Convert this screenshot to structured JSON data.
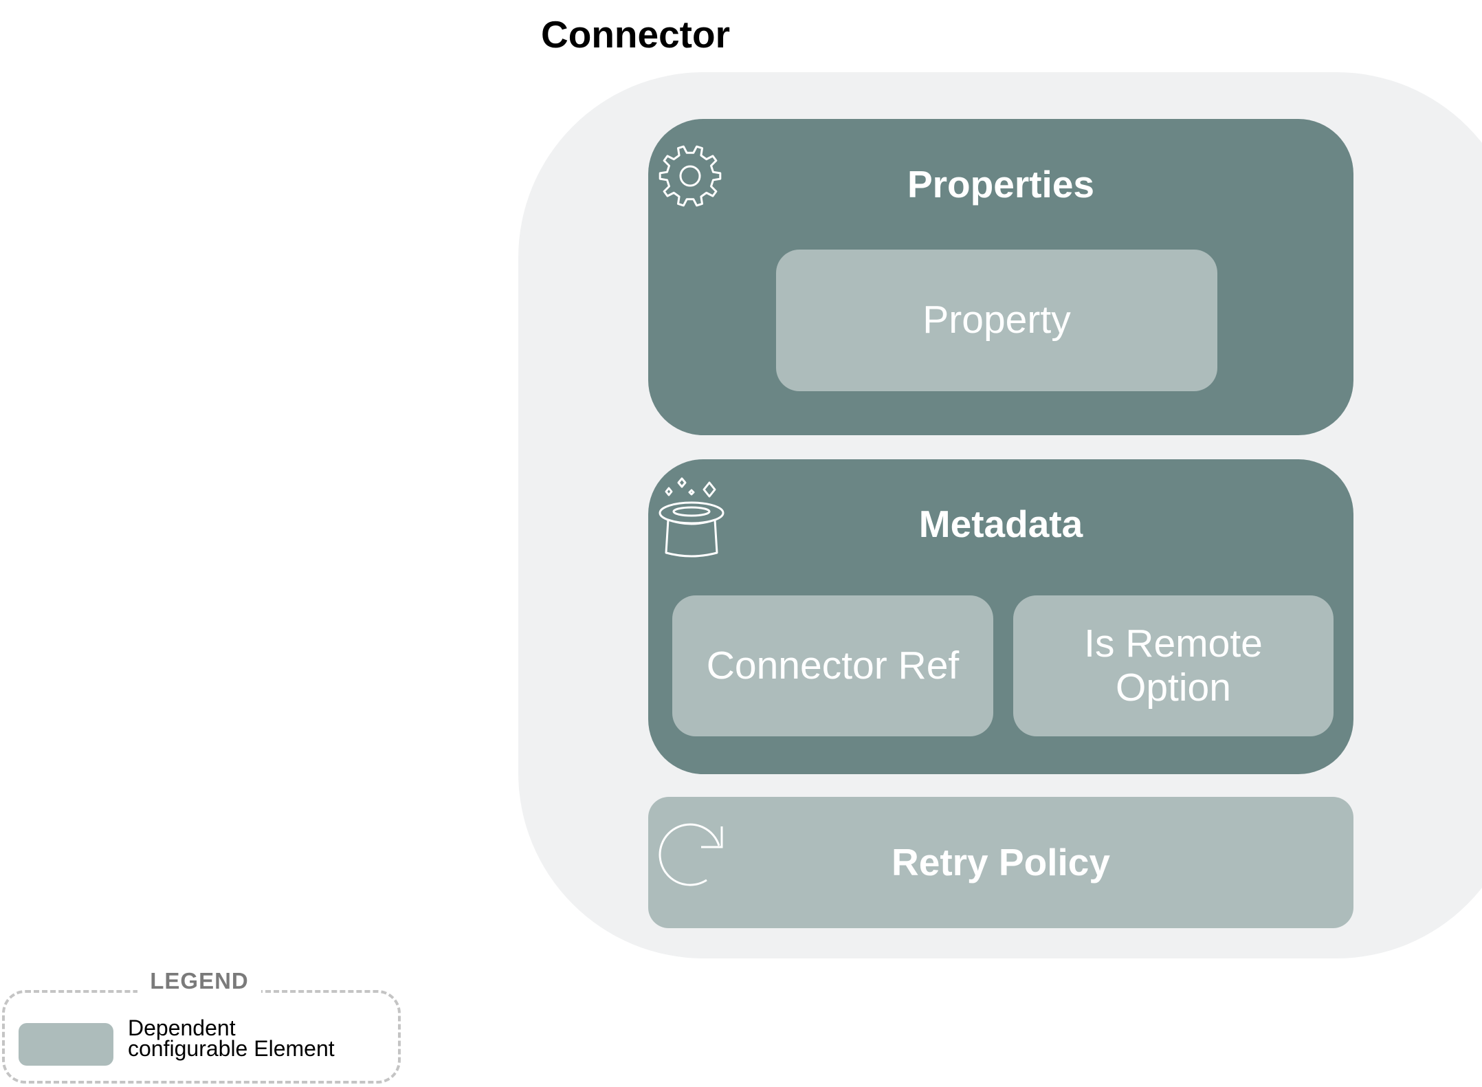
{
  "title": "Connector",
  "colors": {
    "container": "#f0f1f2",
    "group": "#6b8685",
    "element": "#adbcbb"
  },
  "properties": {
    "title": "Properties",
    "icon": "gear-icon",
    "items": [
      "Property"
    ]
  },
  "metadata": {
    "title": "Metadata",
    "icon": "magic-hat-icon",
    "items": [
      "Connector Ref",
      "Is Remote Option"
    ]
  },
  "retry_policy": {
    "title": "Retry Policy",
    "icon": "refresh-icon"
  },
  "legend": {
    "title": "LEGEND",
    "items": [
      {
        "label_line1": "Dependent",
        "label_line2": "configurable Element"
      }
    ]
  }
}
